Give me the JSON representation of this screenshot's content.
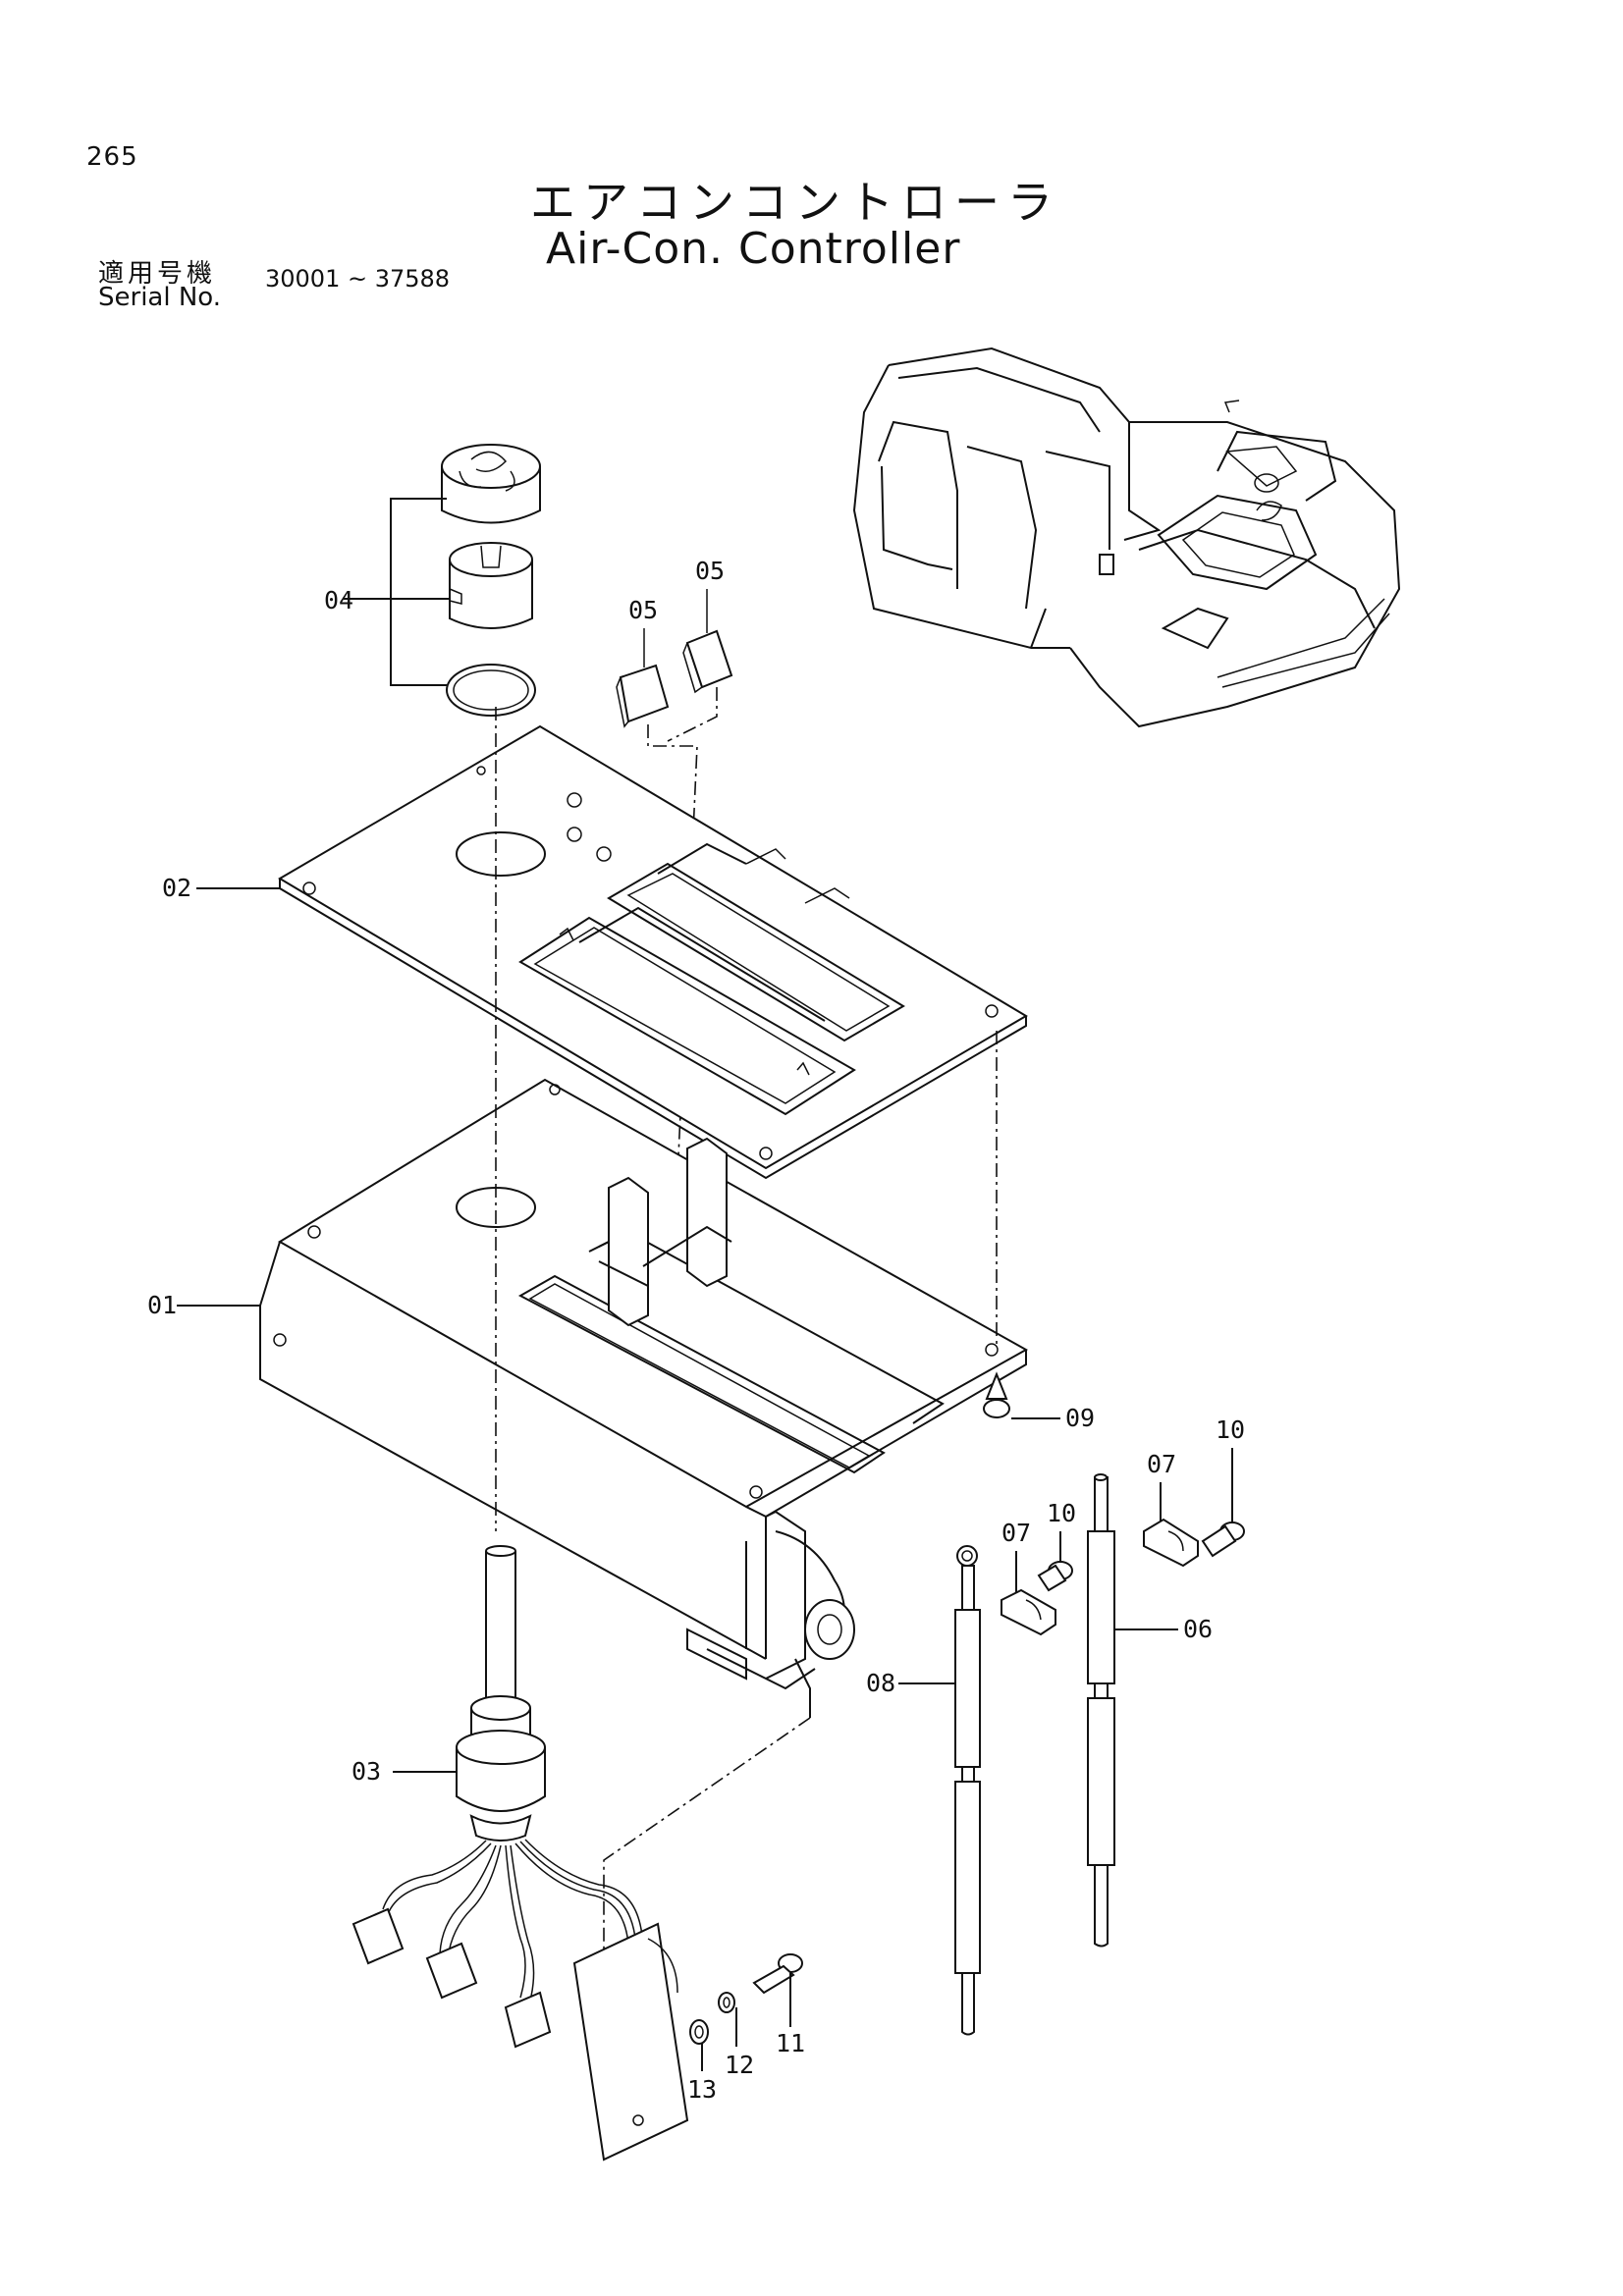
{
  "header": {
    "page_number": "265",
    "title_jp": "エアコンコントローラ",
    "title_en": "Air-Con. Controller",
    "serial_label_jp": "適用号機",
    "serial_label_en": "Serial No.",
    "serial_range": "30001 ~ 37588"
  },
  "parts": {
    "p01": "01",
    "p02": "02",
    "p03": "03",
    "p04": "04",
    "p05a": "05",
    "p05b": "05",
    "p06": "06",
    "p07a": "07",
    "p07b": "07",
    "p08": "08",
    "p09": "09",
    "p10a": "10",
    "p10b": "10",
    "p11": "11",
    "p12": "12",
    "p13": "13"
  }
}
